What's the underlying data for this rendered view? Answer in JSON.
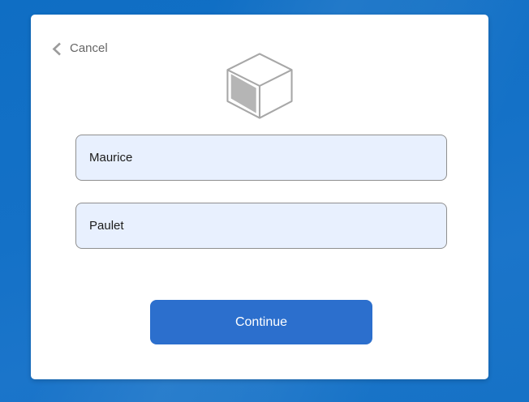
{
  "page": {
    "background_color": "#1471c7"
  },
  "card": {
    "background_color": "#ffffff"
  },
  "nav": {
    "cancel_label": "Cancel",
    "cancel_icon": "chevron-left-icon",
    "cancel_color": "#666666"
  },
  "logo": {
    "name": "app-cube-logo",
    "outline_color": "#a7a7a7",
    "left_face_color": "#b5b5b5"
  },
  "form": {
    "fields": [
      {
        "name": "first-name",
        "value": "Maurice",
        "placeholder": ""
      },
      {
        "name": "last-name",
        "value": "Paulet",
        "placeholder": ""
      }
    ],
    "field_background": "#e8f0fe",
    "continue_label": "Continue",
    "continue_color": "#2c6fcd"
  }
}
